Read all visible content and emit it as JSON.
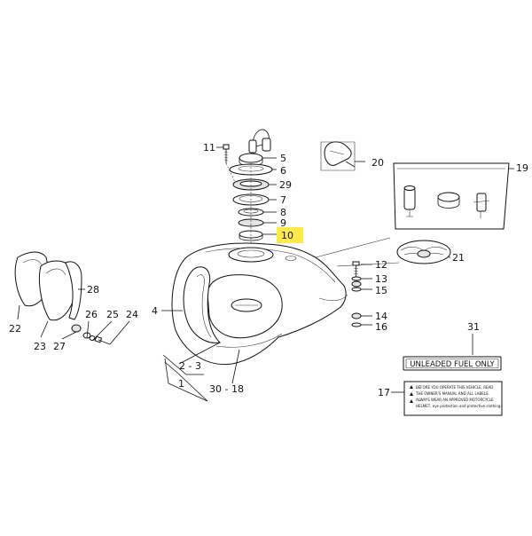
{
  "diagram": {
    "highlight_color": "#ffe94d",
    "line_color": "#111111",
    "callouts": {
      "c11": "11",
      "c5": "5",
      "c6": "6",
      "c29": "29",
      "c7": "7",
      "c8": "8",
      "c9": "9",
      "c10": "10",
      "c20": "20",
      "c19": "19",
      "c21": "21",
      "c12": "12",
      "c13": "13",
      "c15": "15",
      "c14": "14",
      "c16": "16",
      "c4": "4",
      "c2_3": "2 - 3",
      "c1": "1",
      "c30_18": "30 - 18",
      "c31": "31",
      "c17": "17",
      "c28": "28",
      "c22": "22",
      "c23": "23",
      "c27": "27",
      "c26": "26",
      "c25": "25",
      "c24": "24"
    },
    "highlighted_callout": "10",
    "decal_31_text": "UNLEADED FUEL ONLY",
    "label_17_lines": [
      "BEFORE YOU OPERATE THIS VEHICLE, READ",
      "THE OWNER'S MANUAL AND ALL LABELS.",
      "ALWAYS WEAR AN APPROVED MOTORCYCLE",
      "HELMET, eye protection and protective clothing."
    ]
  }
}
